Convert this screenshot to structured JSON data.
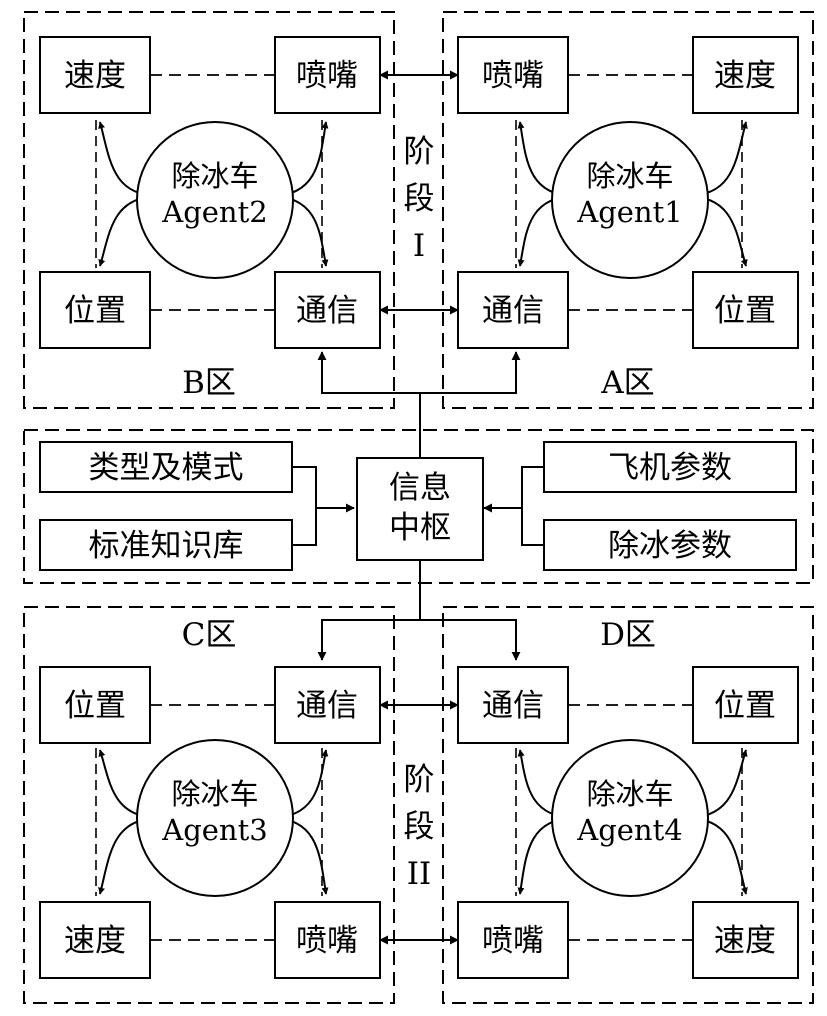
{
  "zones": {
    "A": "A区",
    "B": "B区",
    "C": "C区",
    "D": "D区"
  },
  "node_labels": {
    "speed": "速度",
    "nozzle": "喷嘴",
    "position": "位置",
    "comm": "通信"
  },
  "agents": {
    "title": "除冰车",
    "agent1": "Agent1",
    "agent2": "Agent2",
    "agent3": "Agent3",
    "agent4": "Agent4"
  },
  "stages": {
    "stage1": [
      "阶",
      "段",
      "I"
    ],
    "stage2": [
      "阶",
      "段",
      "II"
    ]
  },
  "hub": {
    "line1": "信息",
    "line2": "中枢"
  },
  "inputs": {
    "type_mode": "类型及模式",
    "knowledge_base": "标准知识库",
    "aircraft_params": "飞机参数",
    "deicing_params": "除冰参数"
  }
}
